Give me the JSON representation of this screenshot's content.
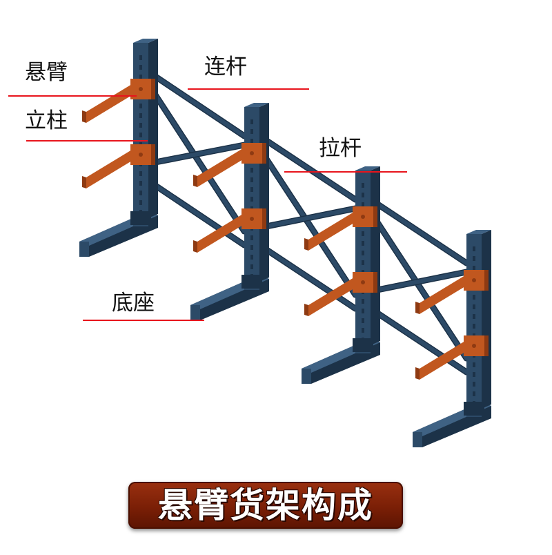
{
  "labels": {
    "cantilever_arm": "悬臂",
    "column": "立柱",
    "connecting_rod": "连杆",
    "brace_rod": "拉杆",
    "base": "底座"
  },
  "title": "悬臂货架构成",
  "colors": {
    "frame_blue": "#2c4a67",
    "frame_blue_dark": "#1c3248",
    "frame_blue_light": "#3f6284",
    "arm_orange": "#c1571f",
    "arm_orange_dark": "#8e3a12",
    "leader_red": "#e8141c",
    "banner_brown": "#7a1f06",
    "title_text": "#ffffff"
  }
}
